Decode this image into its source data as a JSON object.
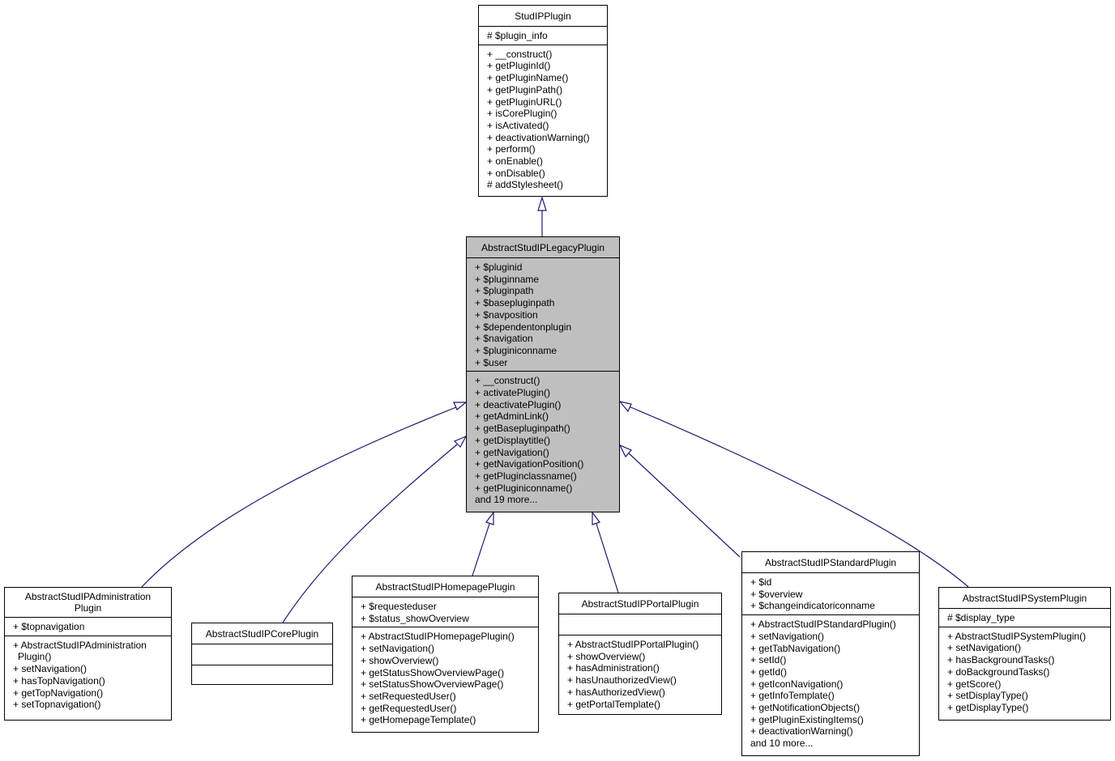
{
  "diagram": {
    "classes": [
      {
        "id": "studip_plugin",
        "title": [
          "StudIPPlugin"
        ],
        "attributes": [
          "# $plugin_info"
        ],
        "methods": [
          "+ __construct()",
          "+ getPluginId()",
          "+ getPluginName()",
          "+ getPluginPath()",
          "+ getPluginURL()",
          "+ isCorePlugin()",
          "+ isActivated()",
          "+ deactivationWarning()",
          "+ perform()",
          "+ onEnable()",
          "+ onDisable()",
          "# addStylesheet()"
        ]
      },
      {
        "id": "legacy",
        "title": [
          "AbstractStudIPLegacyPlugin"
        ],
        "highlighted": true,
        "attributes": [
          "+ $pluginid",
          "+ $pluginname",
          "+ $pluginpath",
          "+ $basepluginpath",
          "+ $navposition",
          "+ $dependentonplugin",
          "+ $navigation",
          "+ $pluginiconname",
          "+ $user"
        ],
        "methods": [
          "+ __construct()",
          "+ activatePlugin()",
          "+ deactivatePlugin()",
          "+ getAdminLink()",
          "+ getBasepluginpath()",
          "+ getDisplaytitle()",
          "+ getNavigation()",
          "+ getNavigationPosition()",
          "+ getPluginclassname()",
          "+ getPluginiconname()",
          "and 19 more..."
        ]
      },
      {
        "id": "admin",
        "title": [
          "AbstractStudIPAdministration",
          "Plugin"
        ],
        "attributes": [
          "+ $topnavigation"
        ],
        "methods": [
          "+ AbstractStudIPAdministration",
          "Plugin()",
          "+ setNavigation()",
          "+ hasTopNavigation()",
          "+ getTopNavigation()",
          "+ setTopnavigation()"
        ]
      },
      {
        "id": "core",
        "title": [
          "AbstractStudIPCorePlugin"
        ],
        "attributes": [],
        "methods": []
      },
      {
        "id": "homepage",
        "title": [
          "AbstractStudIPHomepagePlugin"
        ],
        "attributes": [
          "+ $requesteduser",
          "+ $status_showOverview"
        ],
        "methods": [
          "+ AbstractStudIPHomepagePlugin()",
          "+ setNavigation()",
          "+ showOverview()",
          "+ getStatusShowOverviewPage()",
          "+ setStatusShowOverviewPage()",
          "+ setRequestedUser()",
          "+ getRequestedUser()",
          "+ getHomepageTemplate()"
        ]
      },
      {
        "id": "portal",
        "title": [
          "AbstractStudIPPortalPlugin"
        ],
        "attributes": [],
        "methods": [
          "+ AbstractStudIPPortalPlugin()",
          "+ showOverview()",
          "+ hasAdministration()",
          "+ hasUnauthorizedView()",
          "+ hasAuthorizedView()",
          "+ getPortalTemplate()"
        ]
      },
      {
        "id": "standard",
        "title": [
          "AbstractStudIPStandardPlugin"
        ],
        "attributes": [
          "+ $id",
          "+ $overview",
          "+ $changeindicatoriconname"
        ],
        "methods": [
          "+ AbstractStudIPStandardPlugin()",
          "+ setNavigation()",
          "+ getTabNavigation()",
          "+ setId()",
          "+ getId()",
          "+ getIconNavigation()",
          "+ getInfoTemplate()",
          "+ getNotificationObjects()",
          "+ getPluginExistingItems()",
          "+ deactivationWarning()",
          "and 10 more..."
        ]
      },
      {
        "id": "system",
        "title": [
          "AbstractStudIPSystemPlugin"
        ],
        "attributes": [
          "# $display_type"
        ],
        "methods": [
          "+ AbstractStudIPSystemPlugin()",
          "+ setNavigation()",
          "+ hasBackgroundTasks()",
          "+ doBackgroundTasks()",
          "+ getScore()",
          "+ setDisplayType()",
          "+ getDisplayType()"
        ]
      }
    ],
    "inheritance": [
      {
        "child": "legacy",
        "parent": "studip_plugin"
      },
      {
        "child": "admin",
        "parent": "legacy"
      },
      {
        "child": "core",
        "parent": "legacy"
      },
      {
        "child": "homepage",
        "parent": "legacy"
      },
      {
        "child": "portal",
        "parent": "legacy"
      },
      {
        "child": "standard",
        "parent": "legacy"
      },
      {
        "child": "system",
        "parent": "legacy"
      }
    ],
    "colors": {
      "edge": "#191970",
      "highlight_fill": "#bfbfbf",
      "box_border": "#000000",
      "background": "#ffffff"
    }
  }
}
